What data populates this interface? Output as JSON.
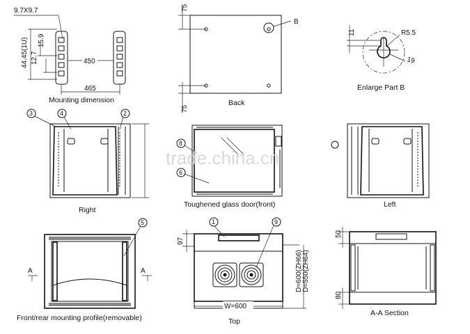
{
  "labels": {
    "mounting_dimension": "Mounting dimension",
    "back": "Back",
    "enlarge_part_b": "Enlarge Part B",
    "right": "Right",
    "toughened_glass_door": "Toughened glass door(front)",
    "left": "Left",
    "front_rear_profile": "Front/rear mounting profile(removable)",
    "top": "Top",
    "aa_section": "A-A Section"
  },
  "dimensions": {
    "d_97x97": "9.7X9.7",
    "d_44_45": "44.45(1U)",
    "d_15_9": "15.9",
    "d_12_7": "12.7",
    "d_450": "450",
    "d_465": "465",
    "d_75_top": "75",
    "d_75_bottom": "75",
    "d_11": "11",
    "d_r55": "R5.5",
    "d_19": "19",
    "d_97": "97",
    "d_w600": "W=600",
    "d_d600": "D=600(ZH66)",
    "d_d550": "D=550(ZH64)",
    "d_50": "50",
    "d_80": "80"
  },
  "markers": {
    "b": "B",
    "a_left": "A",
    "a_right": "A",
    "c1": "1",
    "c2": "2",
    "c3": "3",
    "c4": "4",
    "c5": "5",
    "c6": "6",
    "c8": "8",
    "c9": "9"
  },
  "watermark": "trade.china.cn"
}
